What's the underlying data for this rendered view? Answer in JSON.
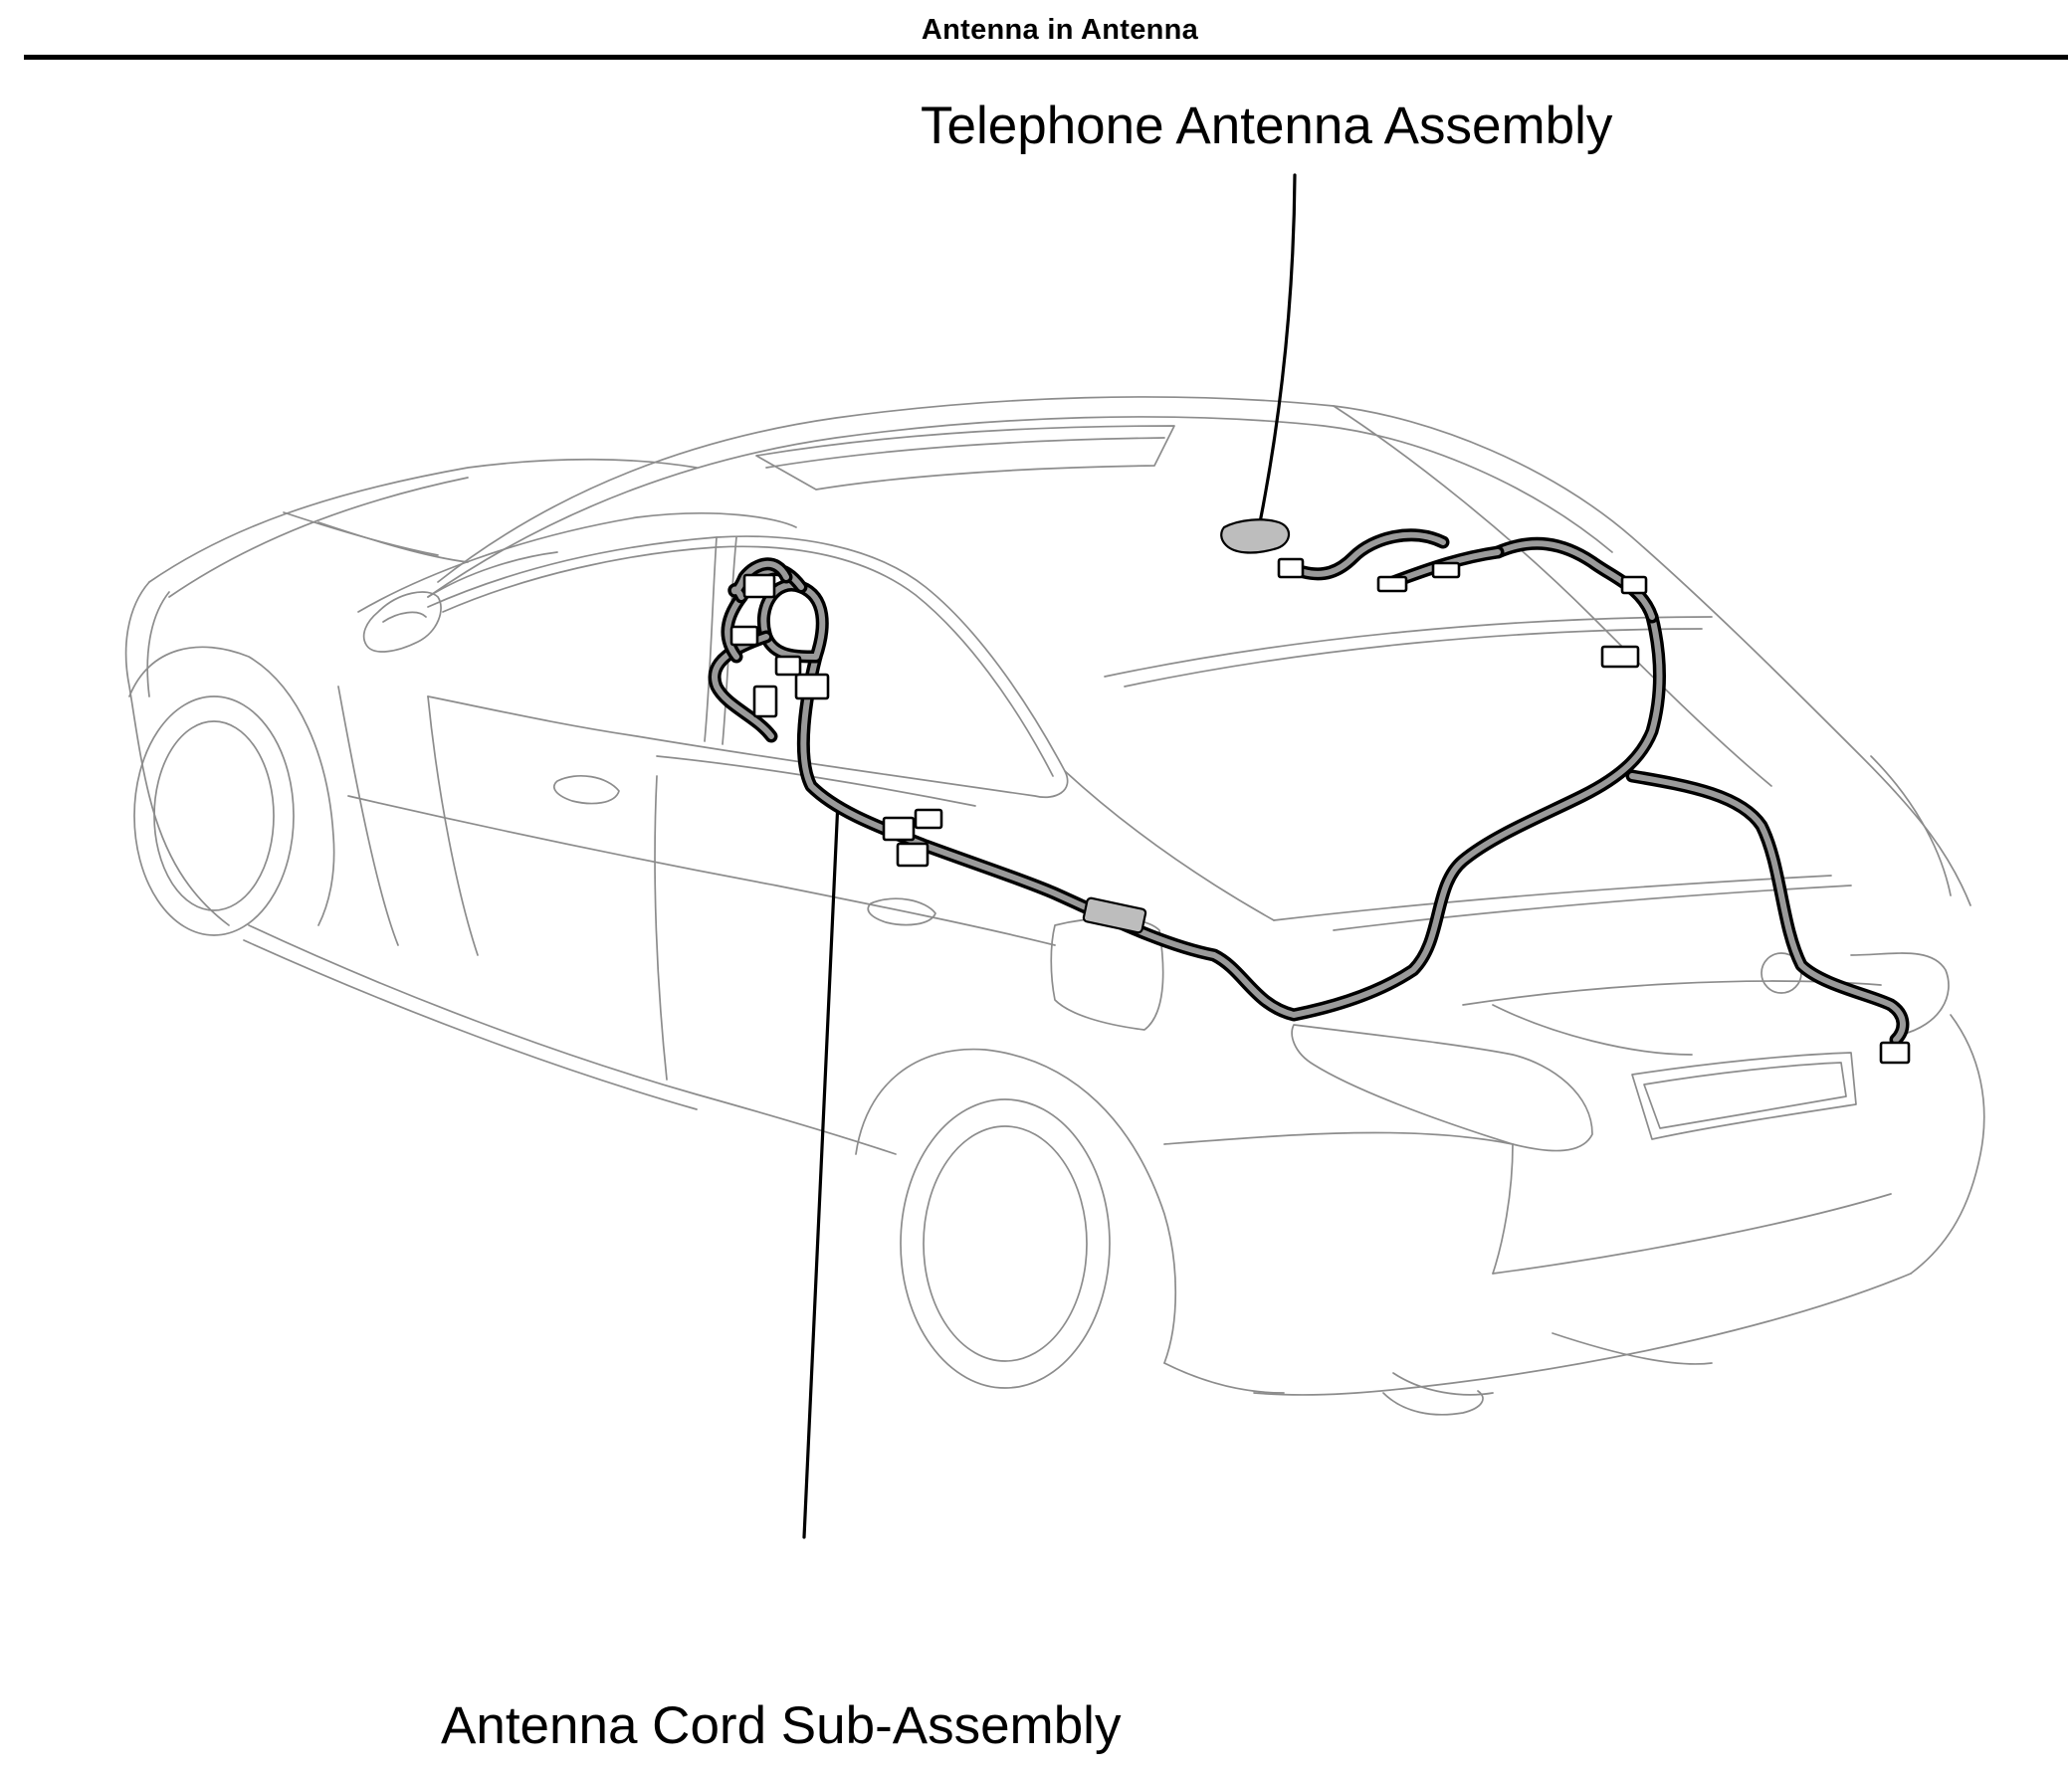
{
  "header": {
    "title": "Antenna in Antenna"
  },
  "diagram": {
    "callouts": {
      "telephone_antenna": "Telephone Antenna Assembly",
      "antenna_cord": "Antenna Cord Sub-Assembly"
    },
    "colors": {
      "car_outline": "#8c8c8c",
      "cable_core": "#9a9a9a",
      "ink": "#000000"
    }
  }
}
